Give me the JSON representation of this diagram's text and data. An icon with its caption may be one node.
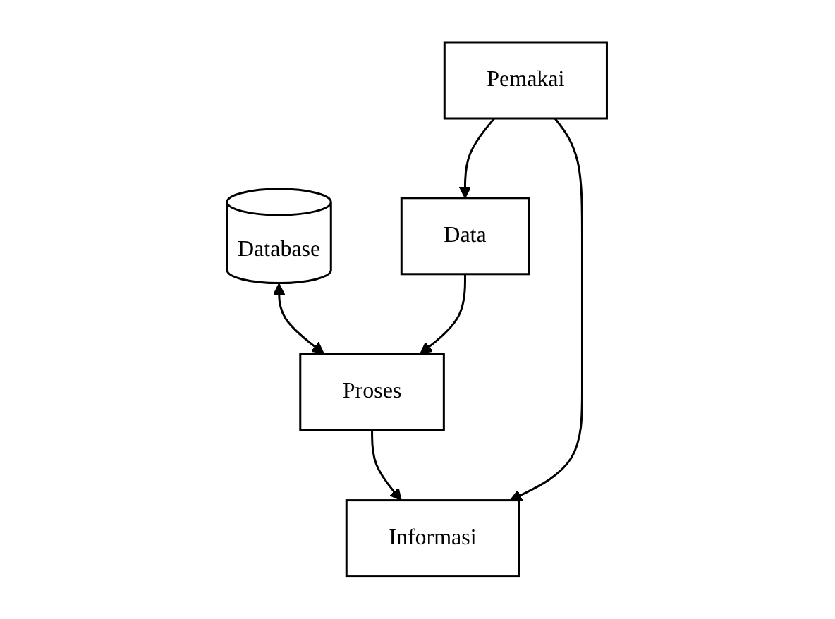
{
  "diagram": {
    "nodes": [
      {
        "text": [
          "Database"
        ]
      },
      {
        "text": [
          "Data"
        ]
      },
      {
        "text": [
          "Proses"
        ]
      },
      {
        "text": [
          "Informasi"
        ]
      },
      {
        "text": [
          "Pemakai"
        ]
      }
    ],
    "edges": [
      {
        "from": 0,
        "to": 2,
        "arrow": "both"
      },
      {
        "from": 1,
        "to": 2,
        "arrow": "to"
      },
      {
        "from": 2,
        "to": 3,
        "arrow": "to"
      },
      {
        "from": 4,
        "to": 1,
        "arrow": "to"
      },
      {
        "from": 4,
        "to": 3,
        "arrow": "to"
      }
    ]
  }
}
